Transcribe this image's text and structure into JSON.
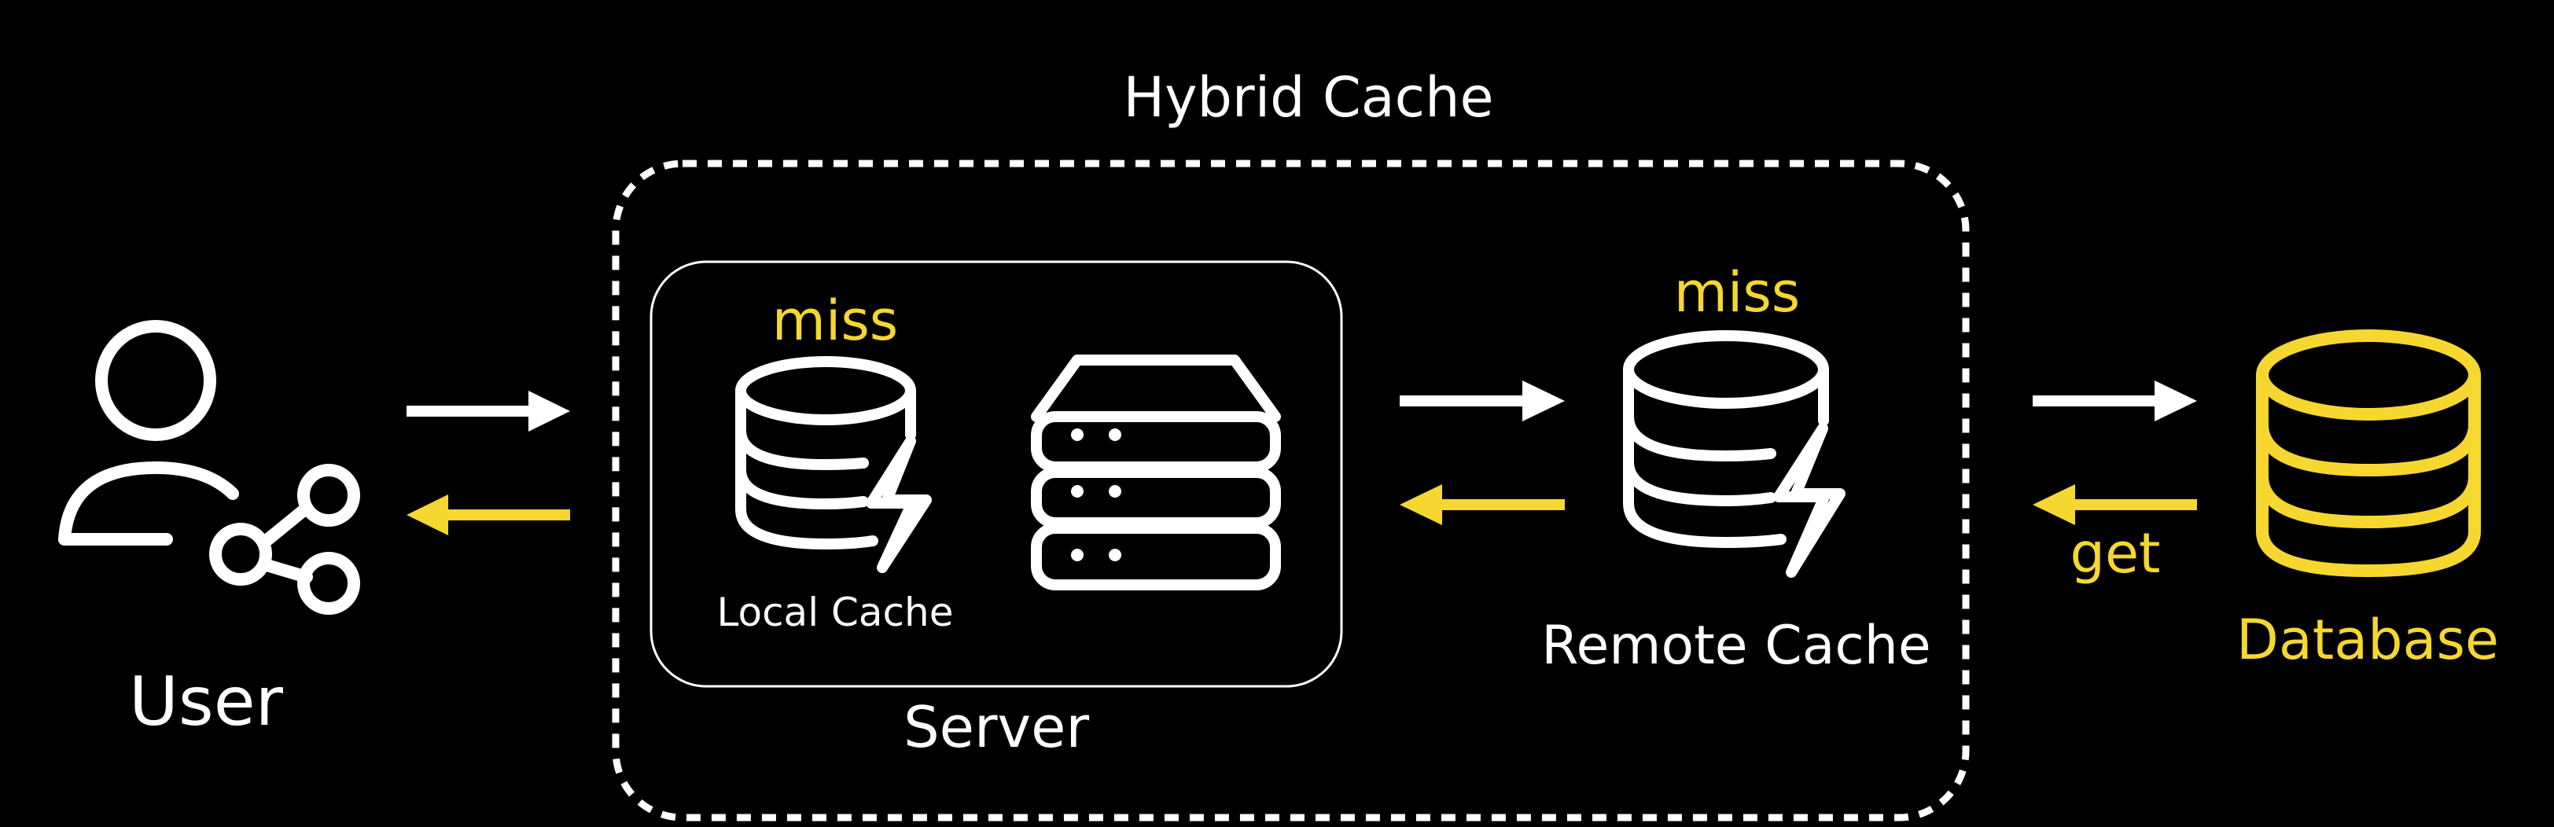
{
  "colors": {
    "background": "#000000",
    "primary": "#ffffff",
    "accent": "#f5d730"
  },
  "labels": {
    "hybrid_cache": "Hybrid Cache",
    "user": "User",
    "local_cache": "Local Cache",
    "local_miss": "miss",
    "server": "Server",
    "remote_cache": "Remote Cache",
    "remote_miss": "miss",
    "database": "Database",
    "get": "get"
  },
  "icons": {
    "user": "user-share-icon",
    "local_cache": "database-bolt-icon",
    "server": "server-stack-icon",
    "remote_cache": "database-bolt-icon",
    "database": "database-icon"
  },
  "arrows": [
    {
      "id": "user-to-server",
      "direction": "right",
      "color": "primary"
    },
    {
      "id": "server-to-user",
      "direction": "left",
      "color": "accent"
    },
    {
      "id": "server-to-remote",
      "direction": "right",
      "color": "primary"
    },
    {
      "id": "remote-to-server",
      "direction": "left",
      "color": "accent"
    },
    {
      "id": "remote-to-database",
      "direction": "right",
      "color": "primary"
    },
    {
      "id": "database-to-remote",
      "direction": "left",
      "color": "accent"
    }
  ]
}
